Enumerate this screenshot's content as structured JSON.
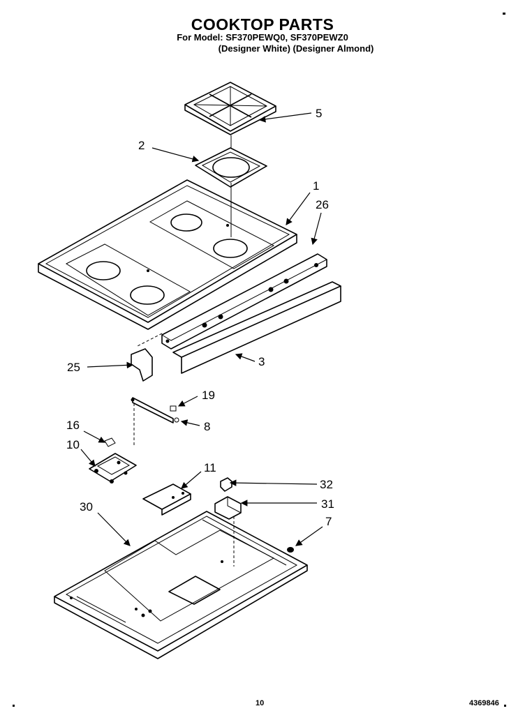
{
  "header": {
    "title": "COOKTOP PARTS",
    "models": "For Model: SF370PEWQ0, SF370PEWZ0",
    "colors": "(Designer White)  (Designer Almond)"
  },
  "callouts": {
    "p1": "1",
    "p2": "2",
    "p3": "3",
    "p5": "5",
    "p7": "7",
    "p8": "8",
    "p10": "10",
    "p11": "11",
    "p16": "16",
    "p19": "19",
    "p25": "25",
    "p26": "26",
    "p30": "30",
    "p31": "31",
    "p32": "32"
  },
  "footer": {
    "page_number": "10",
    "doc_number": "4369846"
  }
}
